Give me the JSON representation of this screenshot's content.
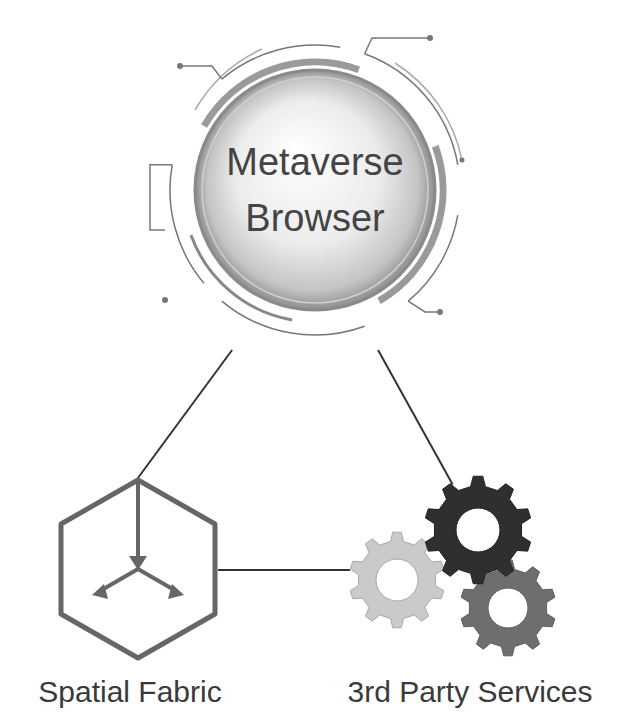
{
  "diagram": {
    "nodes": [
      {
        "text": [
          "Metaverse Browser"
        ]
      },
      {
        "text": [
          "Spatial Fabric"
        ]
      },
      {
        "text": [
          "3rd Party Services"
        ]
      }
    ],
    "edges": [
      {
        "from": 0,
        "to": 1,
        "arrow": "none"
      },
      {
        "from": 0,
        "to": 2,
        "arrow": "none"
      },
      {
        "from": 1,
        "to": 2,
        "arrow": "none"
      }
    ]
  }
}
